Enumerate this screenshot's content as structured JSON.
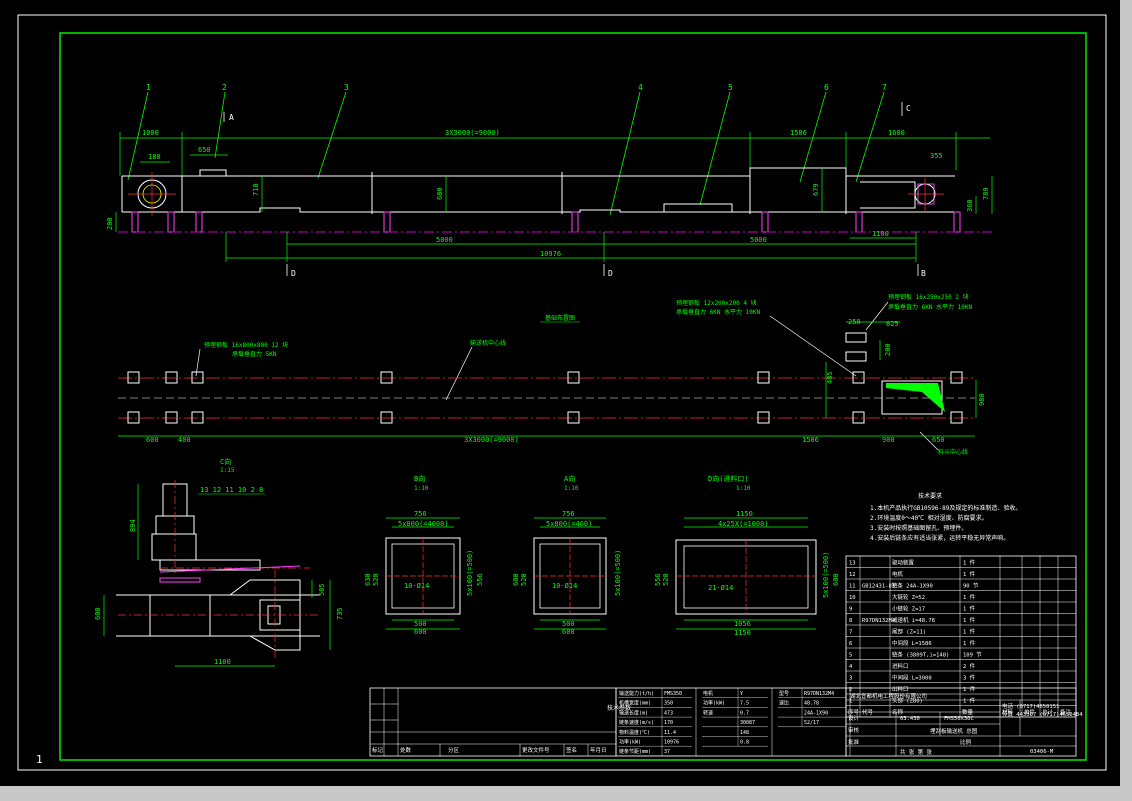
{
  "page": {
    "number": "1"
  },
  "colors": {
    "background": "#000000",
    "frame": "#00ff00",
    "outline": "#ffffff",
    "centerline": "#ff3030",
    "axis": "#cc00cc",
    "dimension": "#00ff00",
    "accent": "#00ff00",
    "balloon": "#00ff00"
  },
  "elevation": {
    "callouts": [
      "1",
      "2",
      "3",
      "4",
      "5",
      "6",
      "7"
    ],
    "section_marks": [
      "A",
      "C",
      "D",
      "D",
      "B"
    ],
    "dims": {
      "overall_span": "3X3000(=9000)",
      "left_bay": "1000",
      "drive_bay": "650",
      "hub": "180",
      "height_head": "710",
      "height_mid": "680",
      "height_tail": "679",
      "tail_a": "1586",
      "tail_b": "1600",
      "tail_shaft": "355",
      "tail_h1": "360",
      "tail_h2": "789",
      "leg_h": "200",
      "span_left": "5000",
      "span_right": "5000",
      "total": "10976",
      "tail_end": "1100"
    }
  },
  "plan": {
    "labels": {
      "heading": "基础布置图",
      "note_a": "预埋钢板 12x200x200 4 块",
      "note_a2": "承载垂直力 6KN 水平力 10KN",
      "note_b": "预埋钢板 16x250x250 2 块",
      "note_b2": "承载垂直力 6KN 水平力 10KN",
      "note_c": "预埋钢板 16x800x800 12 块",
      "note_c2": "承载垂直力 5KN",
      "note_d": "输送机中心线",
      "note_e": "料斗中心线"
    },
    "dims": {
      "d600": "600",
      "d400": "400",
      "span": "3X3000(=9000)",
      "d1586": "1586",
      "d900": "900",
      "d650": "650",
      "d250": "250",
      "d825": "825",
      "d200": "200",
      "d485": "485",
      "d980": "980"
    }
  },
  "sections": {
    "C": {
      "title": "C向",
      "scale": "1:15",
      "balloons": "13 12 11 10 2 8",
      "d1": "894",
      "d2": "585",
      "d3": "735",
      "d4": "600",
      "d5": "1100"
    },
    "B": {
      "title": "B向",
      "scale": "1:10",
      "top1": "756",
      "top2": "5x800(=4000)",
      "v1": "630",
      "v2": "520",
      "v3": "556",
      "v4": "5x100(=500)",
      "hole": "10-Ø14",
      "b1": "500",
      "b2": "600"
    },
    "A": {
      "title": "A向",
      "scale": "1:10",
      "top1": "756",
      "top2": "5x800(=400)",
      "v1": "600",
      "v2": "520",
      "v3": "5x100(=500)",
      "hole": "10-Ø14",
      "b1": "500",
      "b2": "600"
    },
    "D": {
      "title": "D向(进料口)",
      "scale": "1:10",
      "top1": "1150",
      "top2": "4x25X(=1000)",
      "v1": "556",
      "v2": "520",
      "v3": "600",
      "v4": "5x100(=500)",
      "hole": "21-Ø14",
      "b1": "1056",
      "b2": "1150"
    }
  },
  "notes": {
    "heading": "技术要求",
    "lines": [
      "1.本机产品执行GB10596-89及规定的标准制造、验收。",
      "2.环境温度0～40℃ 相对湿度、防腐要求。",
      "3.安装时按照基础图留孔、预埋件。",
      "4.安装后链条应有适当张紧，运转平稳无异常声响。"
    ]
  },
  "parts_table": {
    "rows": [
      {
        "no": "13",
        "code": "",
        "name": "驱动装置",
        "qty": "1 件"
      },
      {
        "no": "12",
        "code": "",
        "name": "电机",
        "qty": "1 件"
      },
      {
        "no": "11",
        "code": "GB12431-83",
        "name": "链条 24A-1X90",
        "qty": "90 节"
      },
      {
        "no": "10",
        "code": "",
        "name": "大链轮 Z=52",
        "qty": "1 件"
      },
      {
        "no": "9",
        "code": "",
        "name": "小链轮 Z=17",
        "qty": "1 件"
      },
      {
        "no": "8",
        "code": "R97DN132M4",
        "name": "减速机 i=48.78",
        "qty": "1 件"
      },
      {
        "no": "7",
        "code": "",
        "name": "尾部 (Z=11)",
        "qty": "1 件"
      },
      {
        "no": "6",
        "code": "",
        "name": "中间段 L=1586",
        "qty": "1 件"
      },
      {
        "no": "5",
        "code": "",
        "name": "链条 (3809T,i=148)",
        "qty": "109 节"
      },
      {
        "no": "4",
        "code": "",
        "name": "进料口",
        "qty": "2 件"
      },
      {
        "no": "3",
        "code": "",
        "name": "中间段 L=3000",
        "qty": "3 件"
      },
      {
        "no": "2",
        "code": "",
        "name": "出料口",
        "qty": "1 件"
      },
      {
        "no": "1",
        "code": "",
        "name": "头部 (Z80)",
        "qty": "1 件"
      }
    ],
    "header": [
      "序号",
      "代号",
      "名称",
      "数量",
      "材料",
      "单件",
      "总计",
      "备注"
    ]
  },
  "spec_table": {
    "heading_left": "技术参数",
    "rows": [
      [
        "输送能力(t/h)",
        "FMS350"
      ],
      [
        "机槽宽度(mm)",
        "350"
      ],
      [
        "输送长度(m)",
        "473"
      ],
      [
        "链条速度(m/s)",
        "170"
      ],
      [
        "物料温度(℃)",
        "11.4"
      ],
      [
        "功率(kW)",
        "10976"
      ],
      [
        "链条节距(mm)",
        "37"
      ]
    ],
    "drive": [
      [
        "电机",
        "Y"
      ],
      [
        "功率(kW)",
        "7.5"
      ],
      [
        "转速",
        "0.7"
      ],
      [
        "",
        "30087"
      ],
      [
        "",
        "148"
      ],
      [
        "",
        "0.8"
      ]
    ],
    "reducer": [
      [
        "型号",
        "R97DN132M4"
      ],
      [
        "速比",
        "48.78"
      ],
      [
        "",
        "24A-1X90"
      ],
      [
        "",
        "52/17"
      ]
    ]
  },
  "title_block": {
    "drawing_no": "03406-M",
    "product": "FMS50X30C",
    "sub": "埋刮板输送机 总图",
    "company": "湖北宜都机电工程股份有限公司",
    "phone1": "电话 (0717)4650151",
    "phone2": "传真 443307 (0717)4650484",
    "rev_cols": [
      "标记",
      "处数",
      "分区",
      "更改文件号",
      "签名",
      "年月日"
    ],
    "design": "设计",
    "check": "审核",
    "approve": "批准",
    "scale": "比例",
    "sheet": "共 张 第 张",
    "code": "03.430"
  }
}
